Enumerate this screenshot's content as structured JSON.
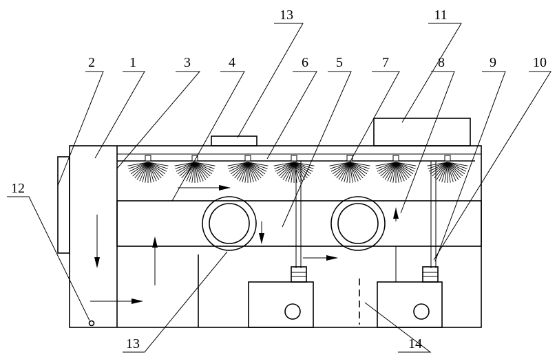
{
  "labels": {
    "l1": "1",
    "l2": "2",
    "l3": "3",
    "l4": "4",
    "l5": "5",
    "l6": "6",
    "l7": "7",
    "l8": "8",
    "l9": "9",
    "l10": "10",
    "l11": "11",
    "l12": "12",
    "l13_top": "13",
    "l13_bottom": "13",
    "l14": "14"
  }
}
